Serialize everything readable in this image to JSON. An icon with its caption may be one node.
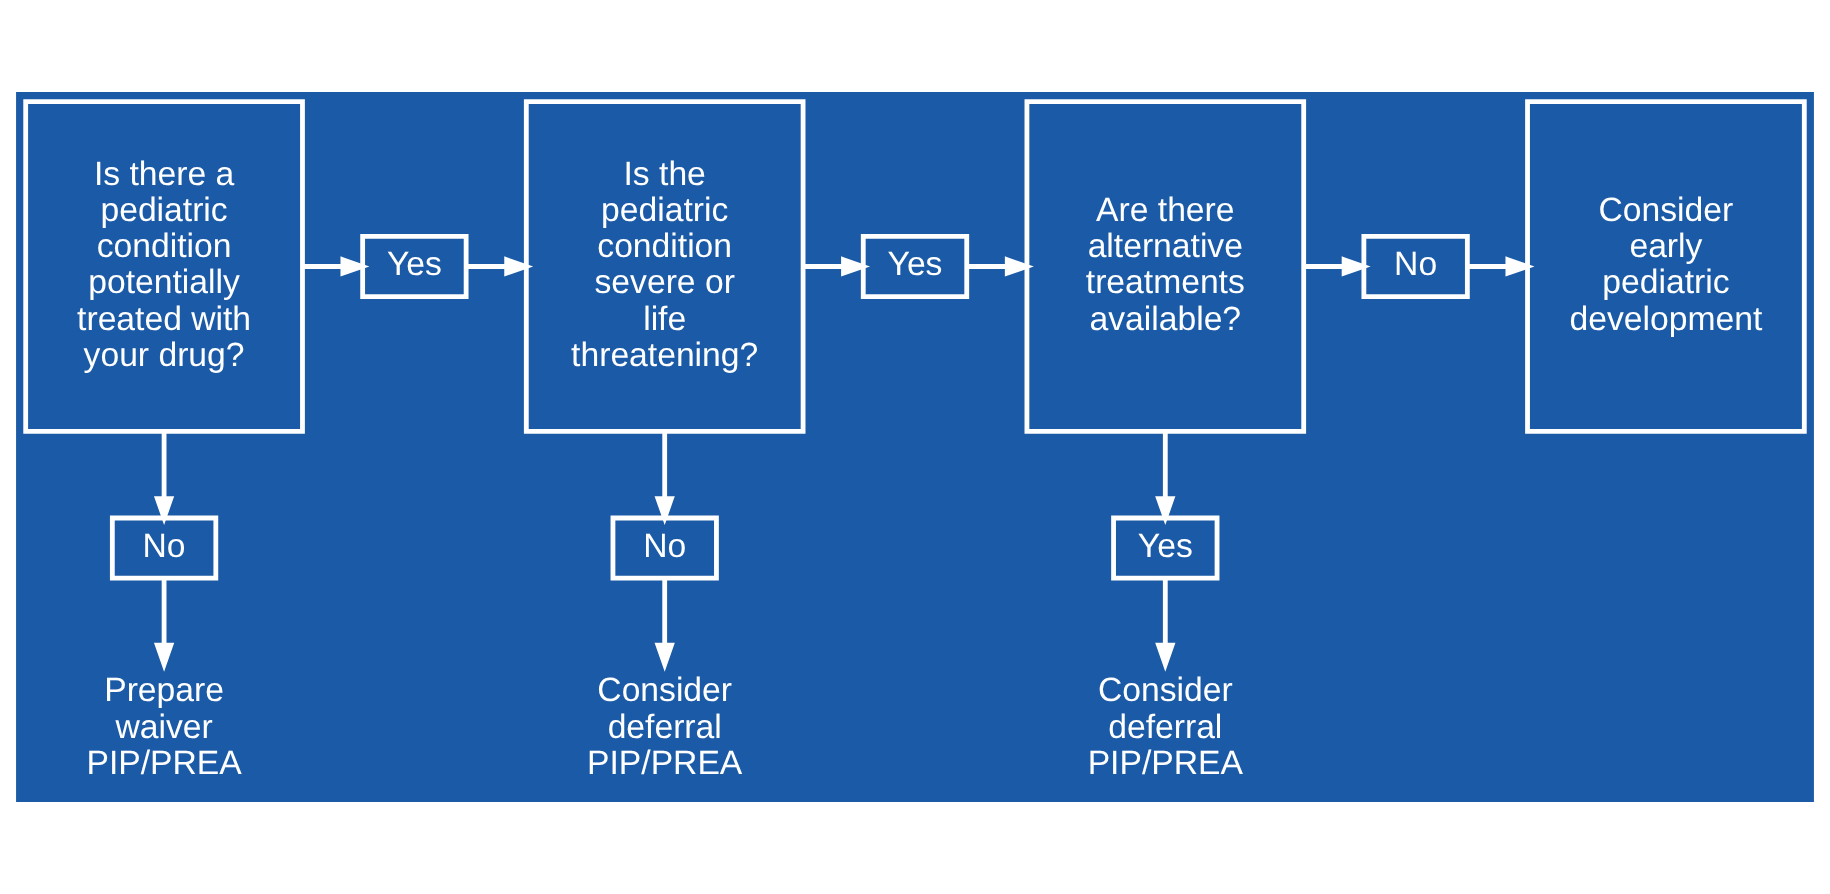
{
  "diagram": {
    "nodes": [
      {
        "text": [
          "Is there a pediatric condition potentially treated with your drug?"
        ]
      },
      {
        "text": [
          "No"
        ]
      },
      {
        "text": [
          "Prepare waiver PIP/PREA"
        ]
      },
      {
        "text": [
          "Yes"
        ]
      },
      {
        "text": [
          "Is the pediatric condition severe or life threatening?"
        ]
      },
      {
        "text": [
          "No"
        ]
      },
      {
        "text": [
          "Consider deferral PIP/PREA"
        ]
      },
      {
        "text": [
          "Yes"
        ]
      },
      {
        "text": [
          "Are there alternative treatments available?"
        ]
      },
      {
        "text": [
          "Yes"
        ]
      },
      {
        "text": [
          "Consider deferral PIP/PREA"
        ]
      },
      {
        "text": [
          "No"
        ]
      },
      {
        "text": [
          "Consider early pediatric development"
        ]
      }
    ],
    "edges": [
      {
        "from": 0,
        "to": 3,
        "arrow": "to"
      },
      {
        "from": 3,
        "to": 4,
        "arrow": "to"
      },
      {
        "from": 4,
        "to": 7,
        "arrow": "to"
      },
      {
        "from": 7,
        "to": 8,
        "arrow": "to"
      },
      {
        "from": 8,
        "to": 11,
        "arrow": "to"
      },
      {
        "from": 11,
        "to": 12,
        "arrow": "to"
      },
      {
        "from": 0,
        "to": 1,
        "arrow": "to"
      },
      {
        "from": 1,
        "to": 2,
        "arrow": "to"
      },
      {
        "from": 4,
        "to": 5,
        "arrow": "to"
      },
      {
        "from": 5,
        "to": 6,
        "arrow": "to"
      },
      {
        "from": 8,
        "to": 9,
        "arrow": "to"
      },
      {
        "from": 9,
        "to": 10,
        "arrow": "to"
      }
    ]
  }
}
